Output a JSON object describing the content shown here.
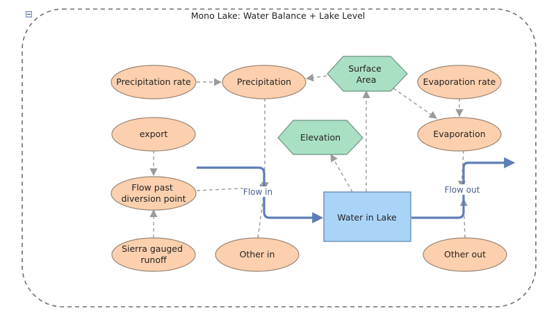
{
  "diagram": {
    "title": "Mono Lake: Water Balance + Lake Level",
    "nodes": {
      "precipitation_rate": [
        "Precipitation rate"
      ],
      "precipitation": [
        "Precipitation"
      ],
      "surface_area": [
        "Surface",
        "Area"
      ],
      "evaporation_rate": [
        "Evaporation rate"
      ],
      "export": [
        "export"
      ],
      "elevation": [
        "Elevation"
      ],
      "evaporation": [
        "Evaporation"
      ],
      "flow_past_diversion": [
        "Flow past",
        "diversion point"
      ],
      "water_in_lake": [
        "Water in Lake"
      ],
      "sierra_runoff": [
        "Sierra gauged",
        "runoff"
      ],
      "other_in": [
        "Other in"
      ],
      "other_out": [
        "Other out"
      ]
    },
    "flows": {
      "flow_in": "Flow in",
      "flow_out": "Flow out"
    },
    "colors": {
      "variable_fill": "#fcd0ae",
      "variable_stroke": "#9a8472",
      "converter_fill": "#a9e0c3",
      "converter_stroke": "#6b9282",
      "stock_fill": "#aad4f7",
      "stock_stroke": "#6b8fb3",
      "flow_pipe": "#5f7db6",
      "link": "#9b9b9b",
      "frame": "#6e6e6e"
    }
  }
}
